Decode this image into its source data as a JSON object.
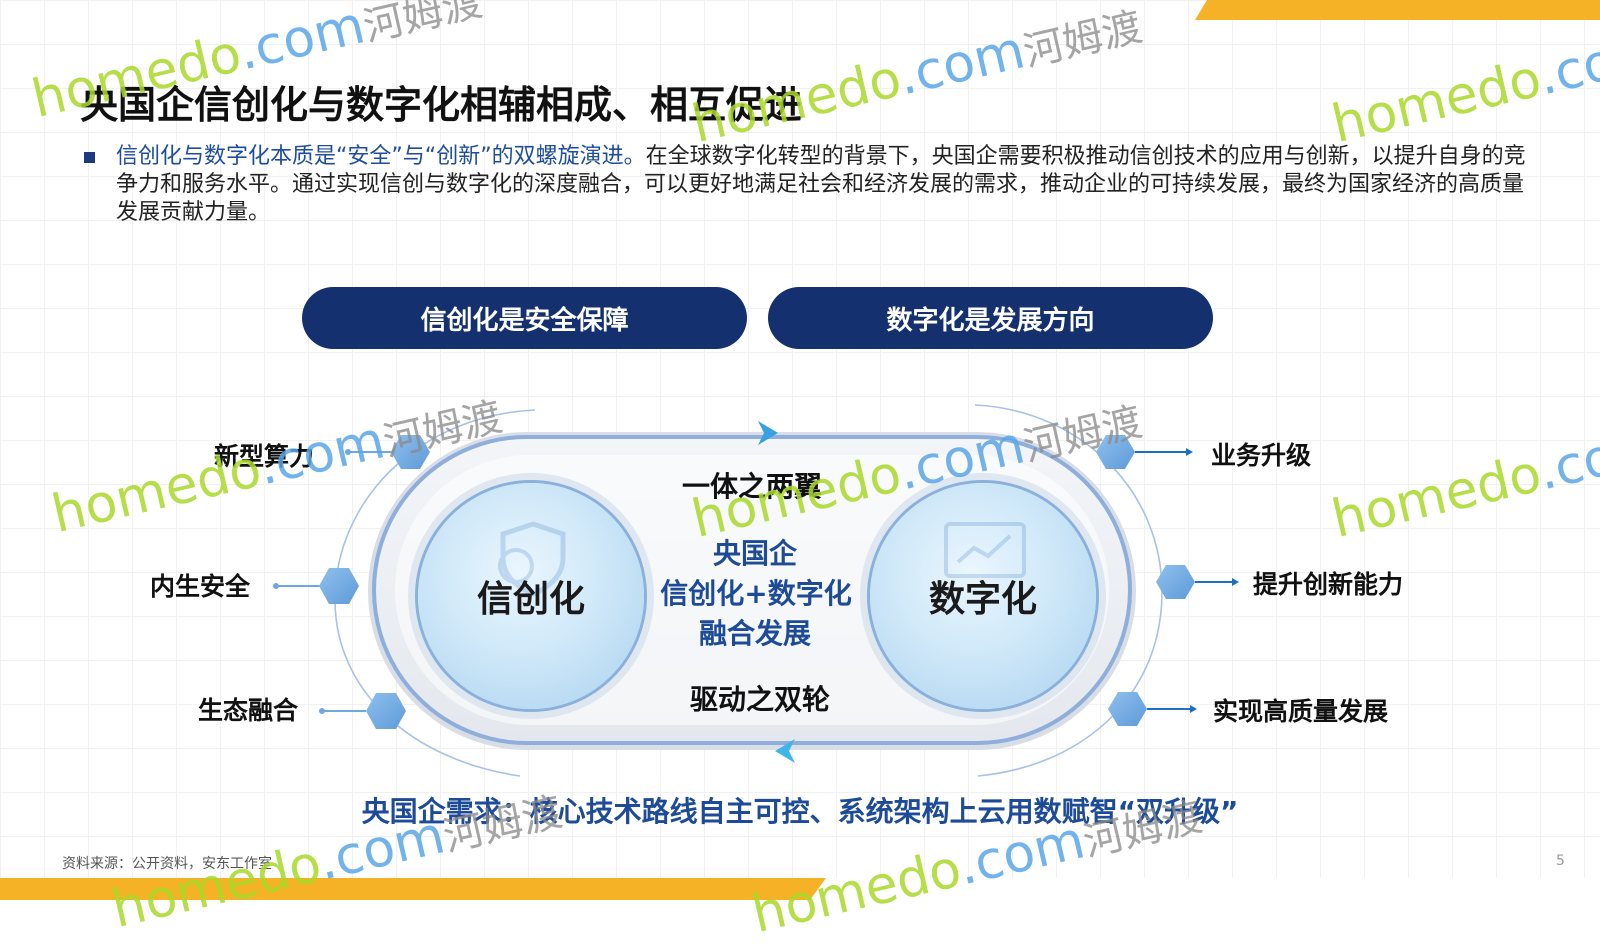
{
  "slide": {
    "title": "央国企信创化与数字化相辅相成、相互促进",
    "paragraph": {
      "highlight": "信创化与数字化本质是“安全”与“创新”的双螺旋演进。",
      "rest": "在全球数字化转型的背景下，央国企需要积极推动信创技术的应用与创新，以提升自身的竞争力和服务水平。通过实现信创与数字化的深度融合，可以更好地满足社会和经济发展的需求，推动企业的可持续发展，最终为国家经济的高质量发展贡献力量。"
    },
    "pills": {
      "left": "信创化是安全保障",
      "right": "数字化是发展方向"
    },
    "diagram": {
      "left_circle": "信创化",
      "right_circle": "数字化",
      "center_top": "一体之两翼",
      "center_line1": "央国企",
      "center_line2": "信创化+数字化",
      "center_line3": "融合发展",
      "center_bottom": "驱动之双轮",
      "left_items": [
        "新型算力",
        "内生安全",
        "生态融合"
      ],
      "right_items": [
        "业务升级",
        "提升创新能力",
        "实现高质量发展"
      ]
    },
    "claim": "央国企需求：核心技术路线自主可控、系统架构上云用数赋智“双升级”",
    "source": "资料来源：公开资料，安东工作室",
    "page_number": "5",
    "watermark": {
      "brand": "homedo",
      "domain": ".com",
      "cn": "河姆渡"
    },
    "colors": {
      "navy": "#14306e",
      "accent_blue": "#1d4b97",
      "hex_blue": "#6fa8e0",
      "orange": "#f6b226"
    }
  }
}
